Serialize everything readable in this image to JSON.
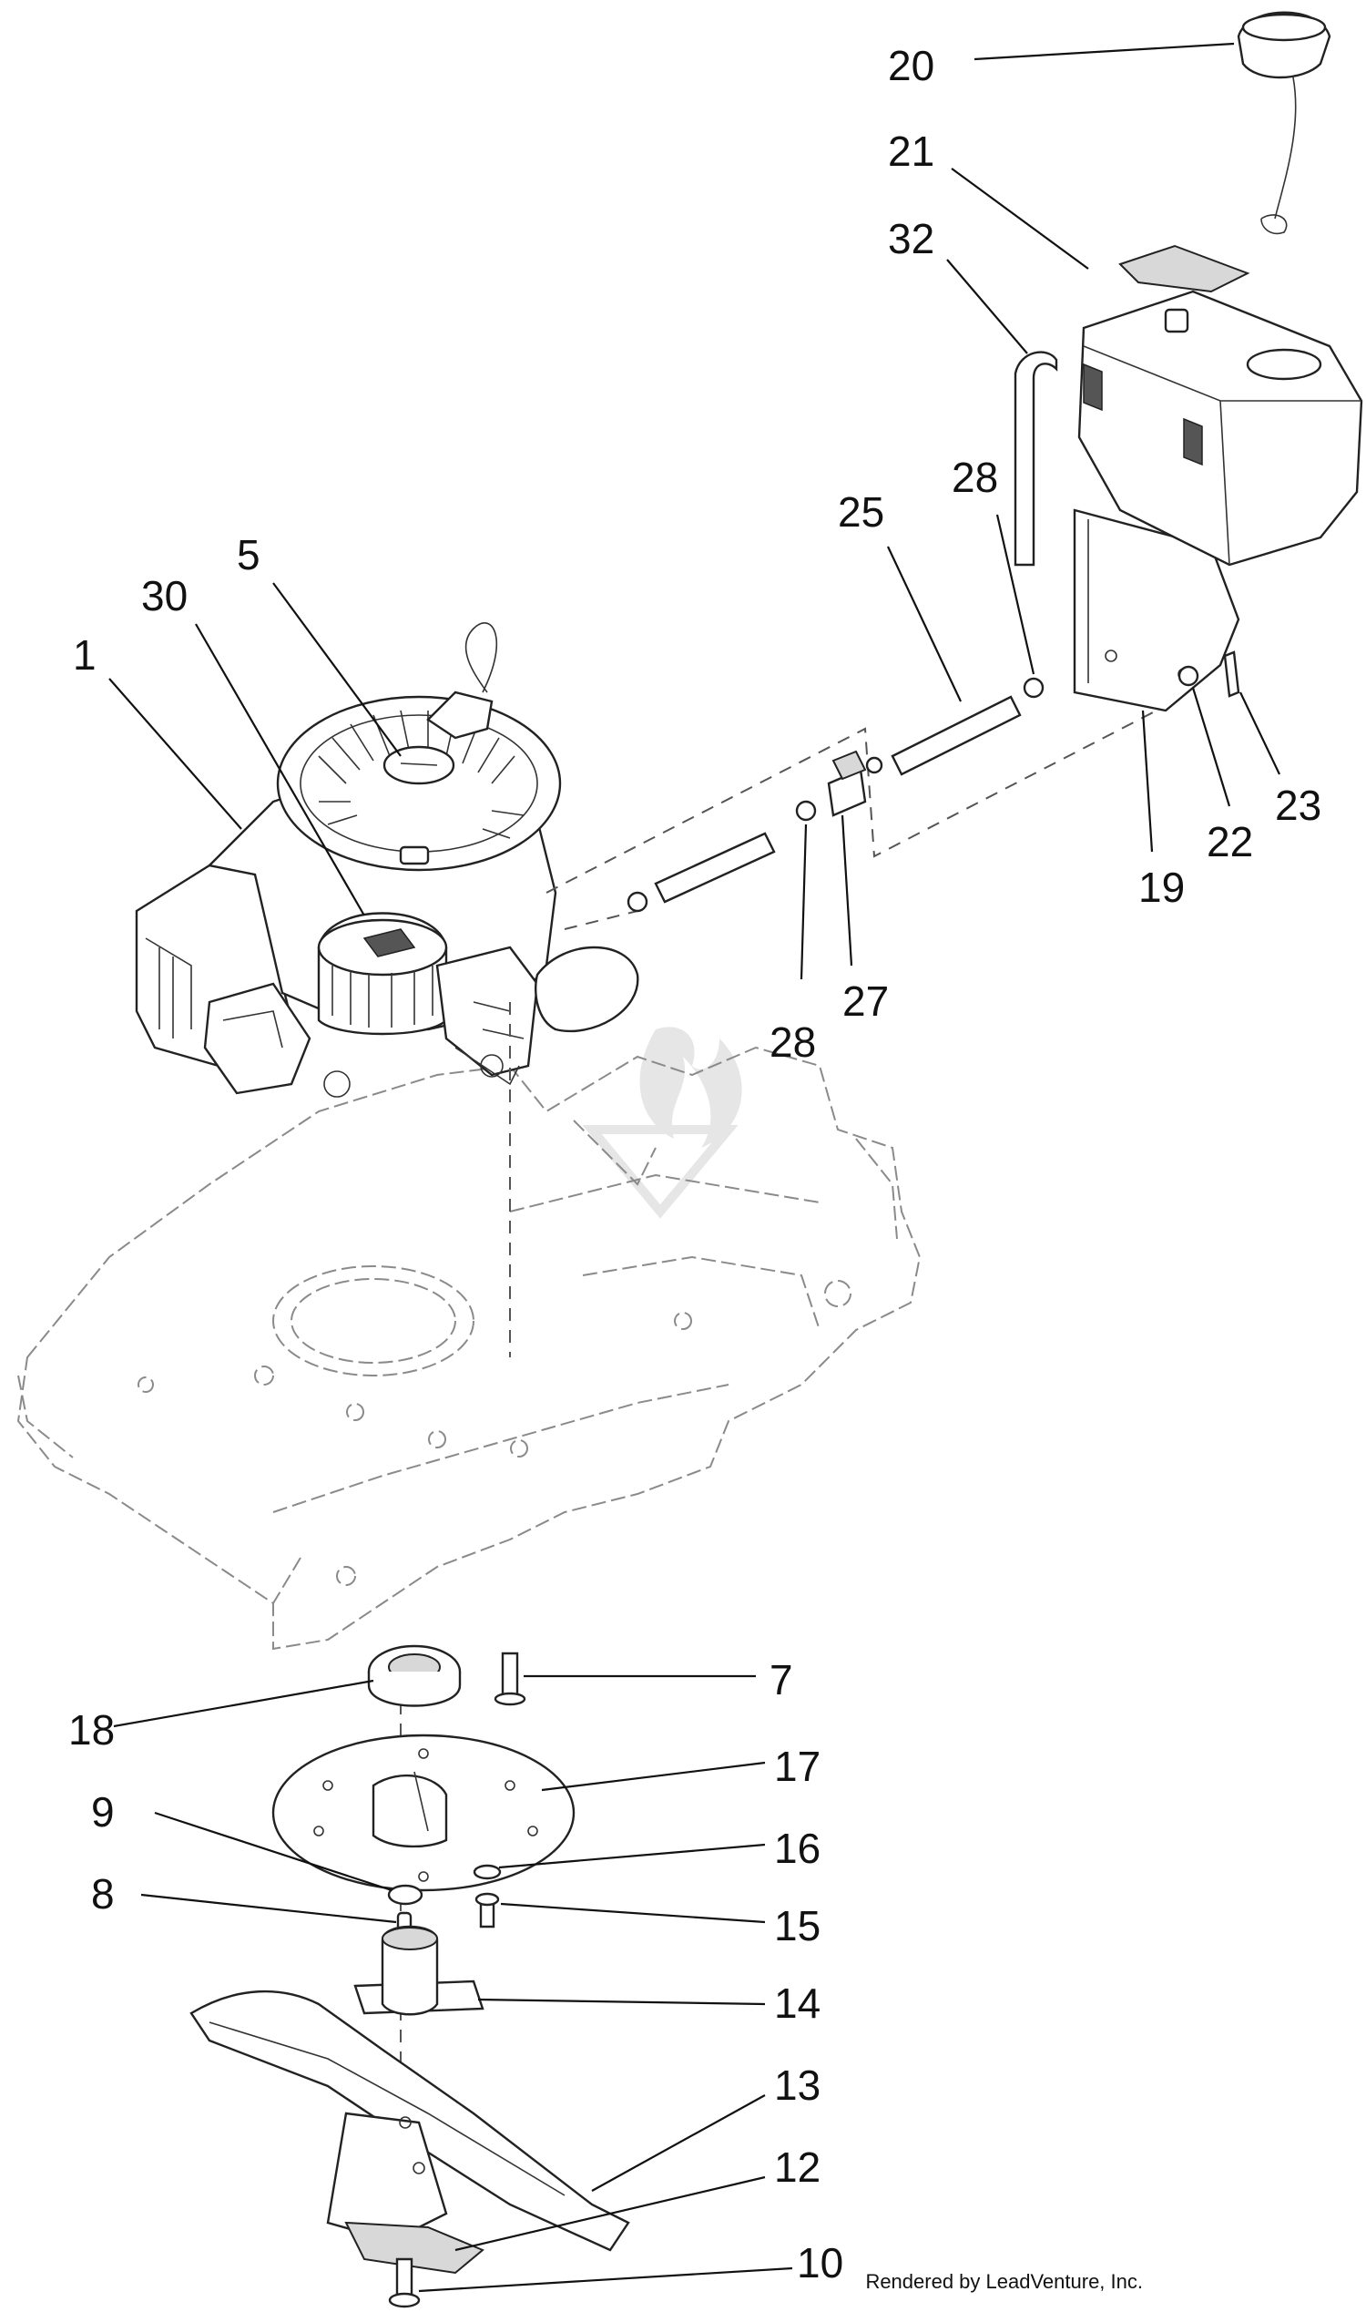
{
  "diagram": {
    "part_labels": [
      {
        "number": "1"
      },
      {
        "number": "5"
      },
      {
        "number": "30"
      },
      {
        "number": "20"
      },
      {
        "number": "21"
      },
      {
        "number": "32"
      },
      {
        "number": "25"
      },
      {
        "number": "28"
      },
      {
        "number": "28"
      },
      {
        "number": "27"
      },
      {
        "number": "19"
      },
      {
        "number": "22"
      },
      {
        "number": "23"
      },
      {
        "number": "7"
      },
      {
        "number": "18"
      },
      {
        "number": "17"
      },
      {
        "number": "9"
      },
      {
        "number": "16"
      },
      {
        "number": "8"
      },
      {
        "number": "15"
      },
      {
        "number": "14"
      },
      {
        "number": "13"
      },
      {
        "number": "12"
      },
      {
        "number": "10"
      }
    ],
    "credit": "Rendered by LeadVenture, Inc.",
    "watermark": "LEADVENTURE"
  }
}
